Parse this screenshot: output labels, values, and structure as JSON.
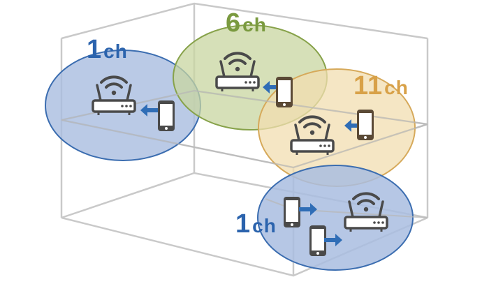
{
  "channels": [
    {
      "id": "left",
      "number": "1",
      "unit": "ch",
      "color": "#2b63ad",
      "fill": "#a9bde0",
      "stroke": "#3b6db0"
    },
    {
      "id": "top",
      "number": "6",
      "unit": "ch",
      "color": "#7a9a3f",
      "fill": "#c8d6a0",
      "stroke": "#87a24a"
    },
    {
      "id": "right",
      "number": "11",
      "unit": "ch",
      "color": "#d8a148",
      "fill": "#f2ddb0",
      "stroke": "#d6a95a"
    },
    {
      "id": "bottom",
      "number": "1",
      "unit": "ch",
      "color": "#2b63ad",
      "fill": "#a9bde0",
      "stroke": "#3b6db0"
    }
  ],
  "colors": {
    "building_line": "#c9c9c9",
    "device": "#4a4a4a",
    "phone_device": "#5b4a36",
    "arrow": "#2f6db6"
  }
}
